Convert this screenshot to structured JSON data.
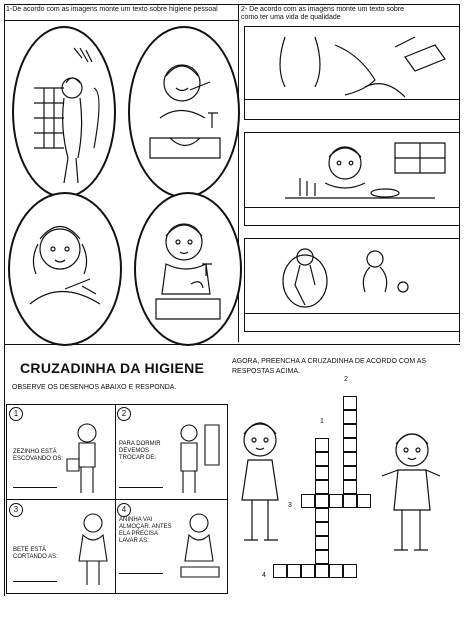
{
  "top_left": {
    "title": "1-De acordo com as imagens monte um texto sobre higiene pessoal",
    "icons": [
      "shower-scene",
      "tooth-brushing-scene",
      "girl-toothpaste-scene",
      "boy-washing-hands-scene"
    ]
  },
  "top_right": {
    "title_line1": "2- De acordo com as imagens monte um texto sobre",
    "title_line2": "como ter uma vida de qualidade",
    "icons": [
      "girl-eating-ice-cream-scene",
      "boy-eating-meal-scene",
      "kids-playing-scene"
    ]
  },
  "bottom_left": {
    "heading": "CRUZADINHA DA HIGIENE",
    "instruction": "OBSERVE OS DESENHOS ABAIXO E RESPONDA.",
    "items": [
      {
        "number": "1",
        "text": "ZEZINHO ESTÁ ESCOVANDO OS:"
      },
      {
        "number": "2",
        "text": "PARA DORMIR DEVEMOS TROCAR DE:"
      },
      {
        "number": "3",
        "text": "BETE ESTÁ CORTANDO AS:"
      },
      {
        "number": "4",
        "text": "ANINHA VAI ALMOÇAR. ANTES ELA PRECISA LAVAR AS:"
      }
    ]
  },
  "bottom_right": {
    "instruction_line1": "AGORA, PREENCHA A CRUZADINHA DE ACORDO COM AS",
    "instruction_line2": "RESPOSTAS ACIMA.",
    "clue_labels": {
      "one": "1",
      "two": "2",
      "three": "3",
      "four": "4"
    }
  }
}
